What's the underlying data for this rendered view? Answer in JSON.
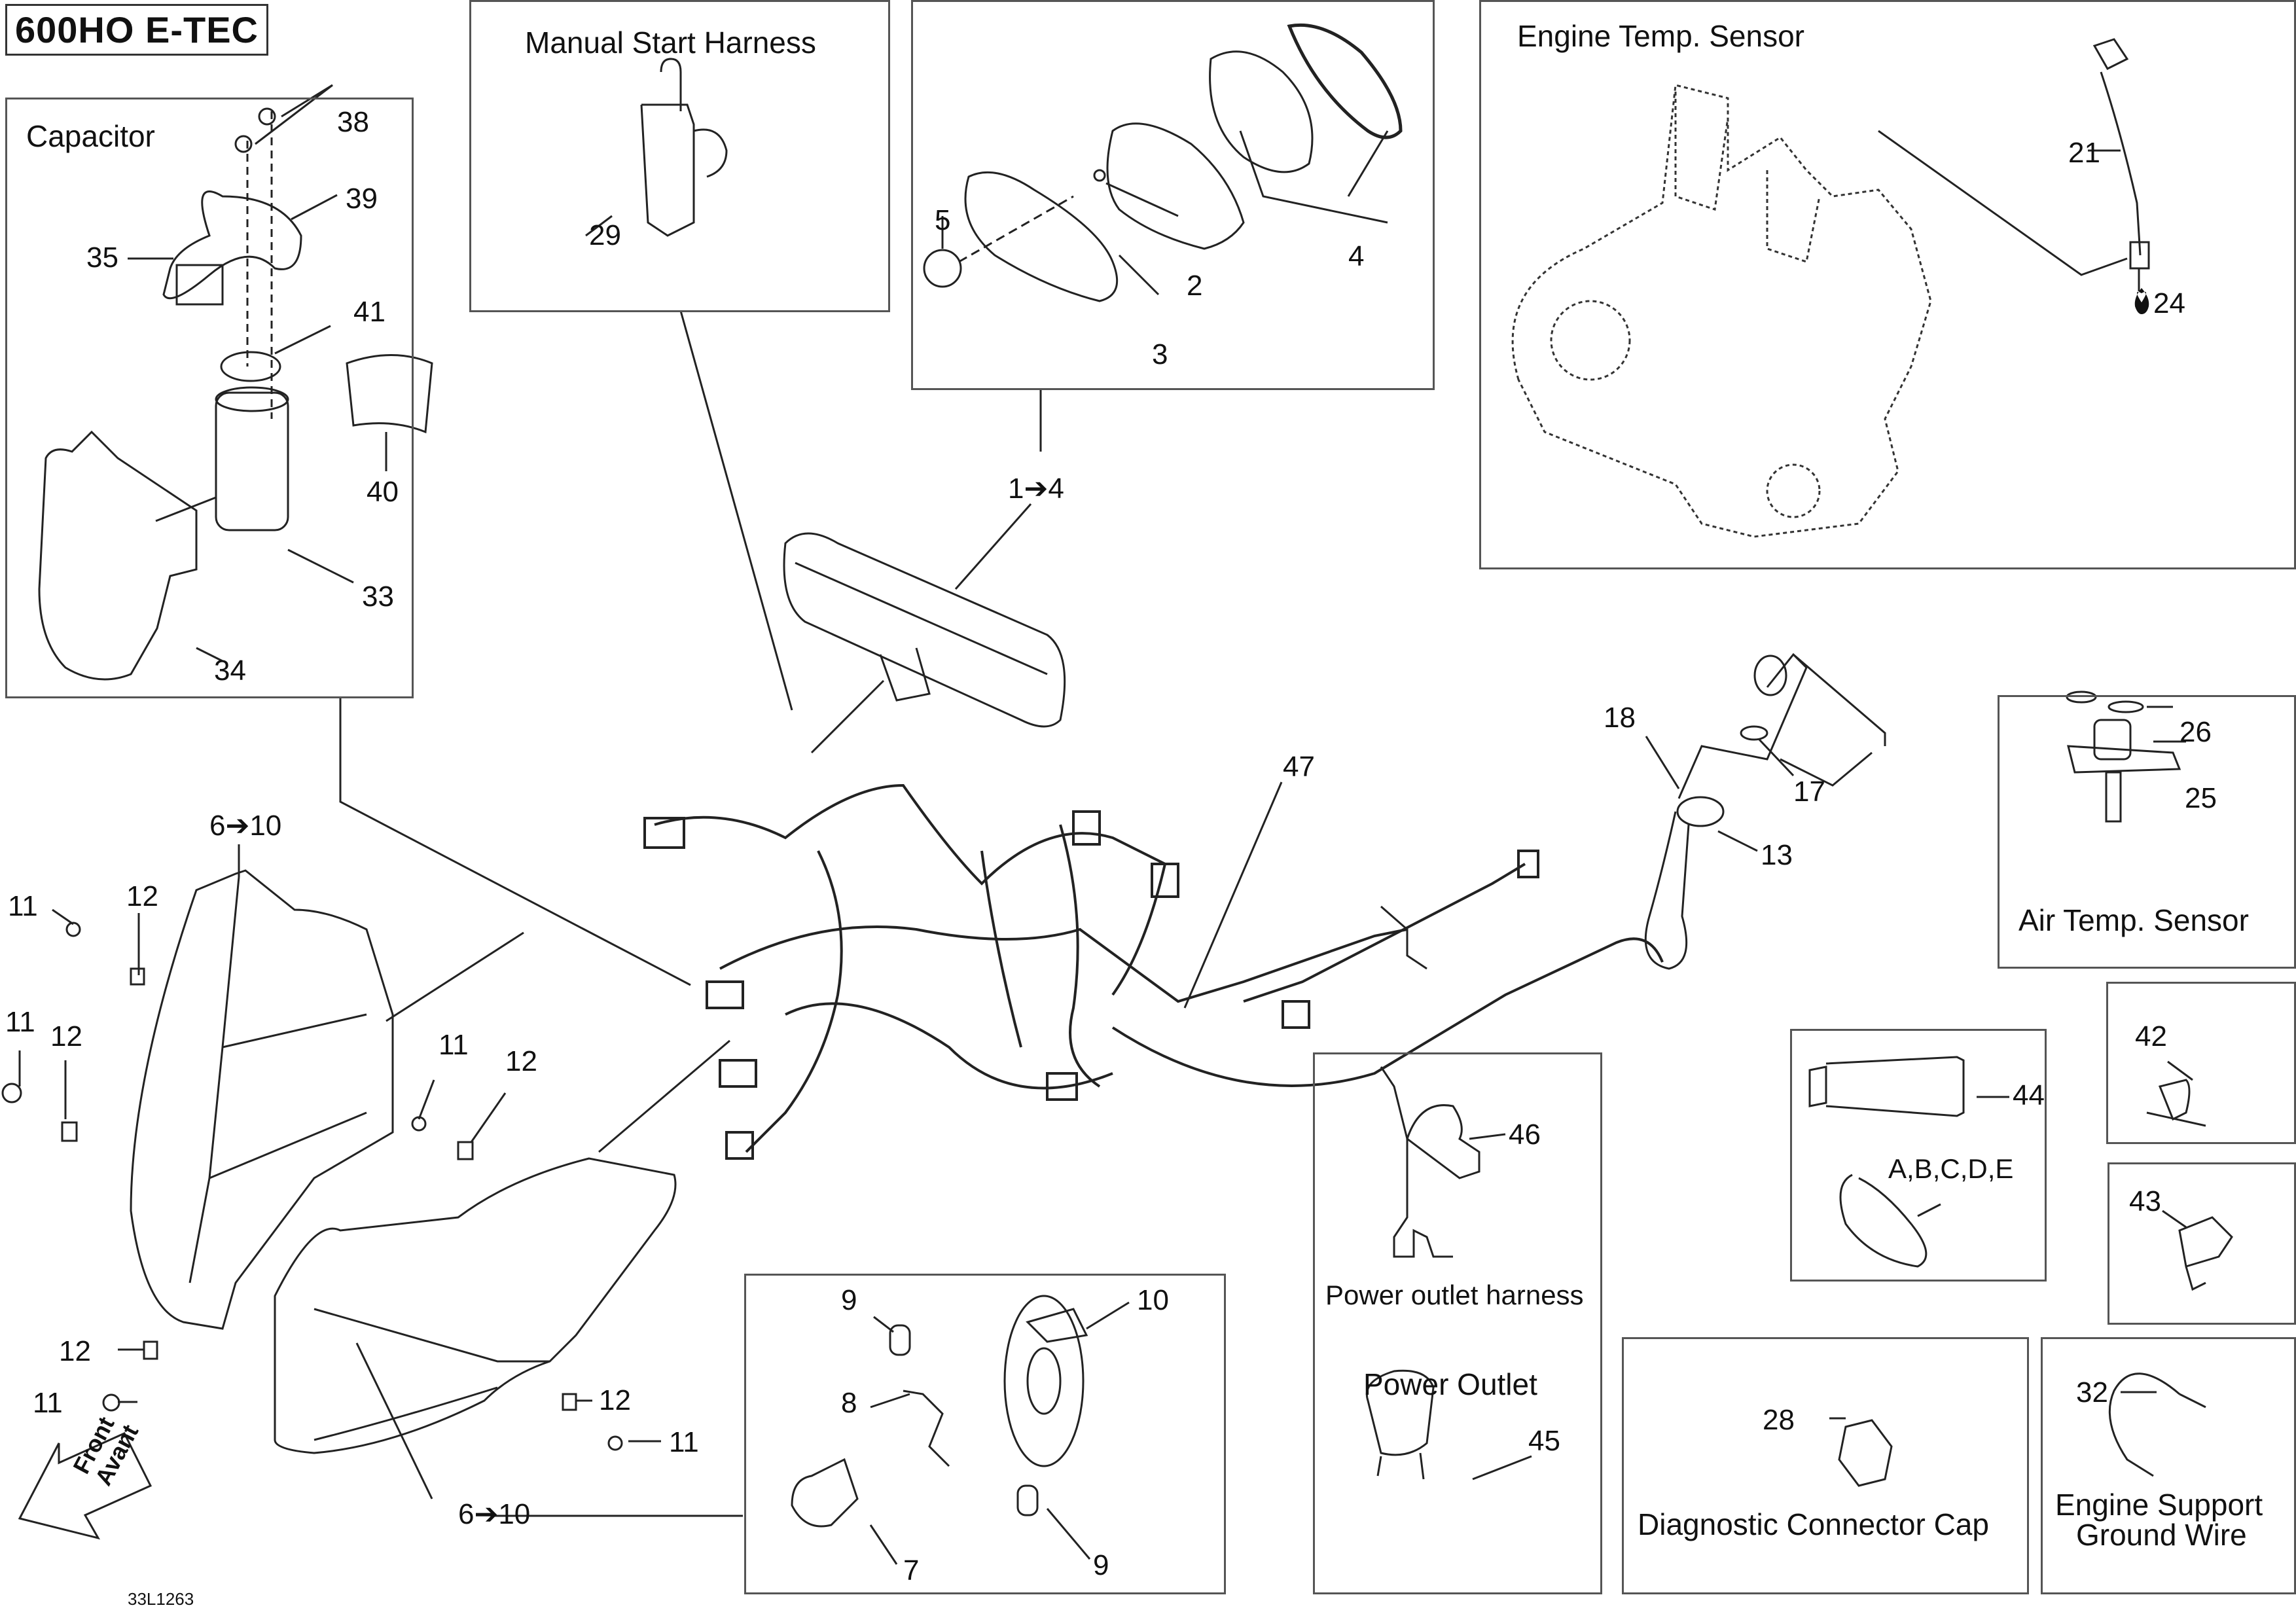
{
  "model_badge": "600HO E-TEC",
  "drawing_code": "33L1263",
  "front_arrow": {
    "line1": "Front",
    "line2": "Avant"
  },
  "sections": {
    "capacitor": {
      "title": "Capacitor",
      "callouts": [
        "38",
        "39",
        "35",
        "41",
        "40",
        "33",
        "34"
      ]
    },
    "manual_start_harness": {
      "title": "Manual Start Harness",
      "callouts": [
        "29"
      ]
    },
    "gauge": {
      "callouts": [
        "5",
        "2",
        "4",
        "3"
      ]
    },
    "engine_temp_sensor": {
      "title": "Engine Temp. Sensor",
      "callouts": [
        "21",
        "24"
      ]
    },
    "air_temp_sensor": {
      "title": "Air Temp. Sensor",
      "callouts": [
        "26",
        "25"
      ]
    },
    "clip_42": {
      "callouts": [
        "42"
      ]
    },
    "clip_43": {
      "callouts": [
        "43"
      ]
    },
    "grease_ties": {
      "callouts": [
        "44",
        "A,B,C,D,E"
      ]
    },
    "power_outlet_harness": {
      "title": "Power outlet harness",
      "callouts": [
        "46"
      ]
    },
    "power_outlet": {
      "title": "Power Outlet",
      "callouts": [
        "45"
      ]
    },
    "diagnostic_cap": {
      "title": "Diagnostic Connector Cap",
      "callouts": [
        "28"
      ]
    },
    "ground_wire": {
      "title_line1": "Engine Support",
      "title_line2": "Ground Wire",
      "callouts": [
        "32"
      ]
    },
    "headlight_bulb": {
      "callouts": [
        "9",
        "10",
        "8",
        "7",
        "9"
      ]
    }
  },
  "main_callouts": {
    "gauge_ref": "1➔4",
    "headlight_top_ref": "6➔10",
    "headlight_bottom_ref": "6➔10",
    "harness": "47",
    "dess_18": "18",
    "dess_17": "17",
    "dess_13": "13",
    "screw_11": "11",
    "clip_12": "12"
  },
  "water_drop_icon": "drop-icon"
}
